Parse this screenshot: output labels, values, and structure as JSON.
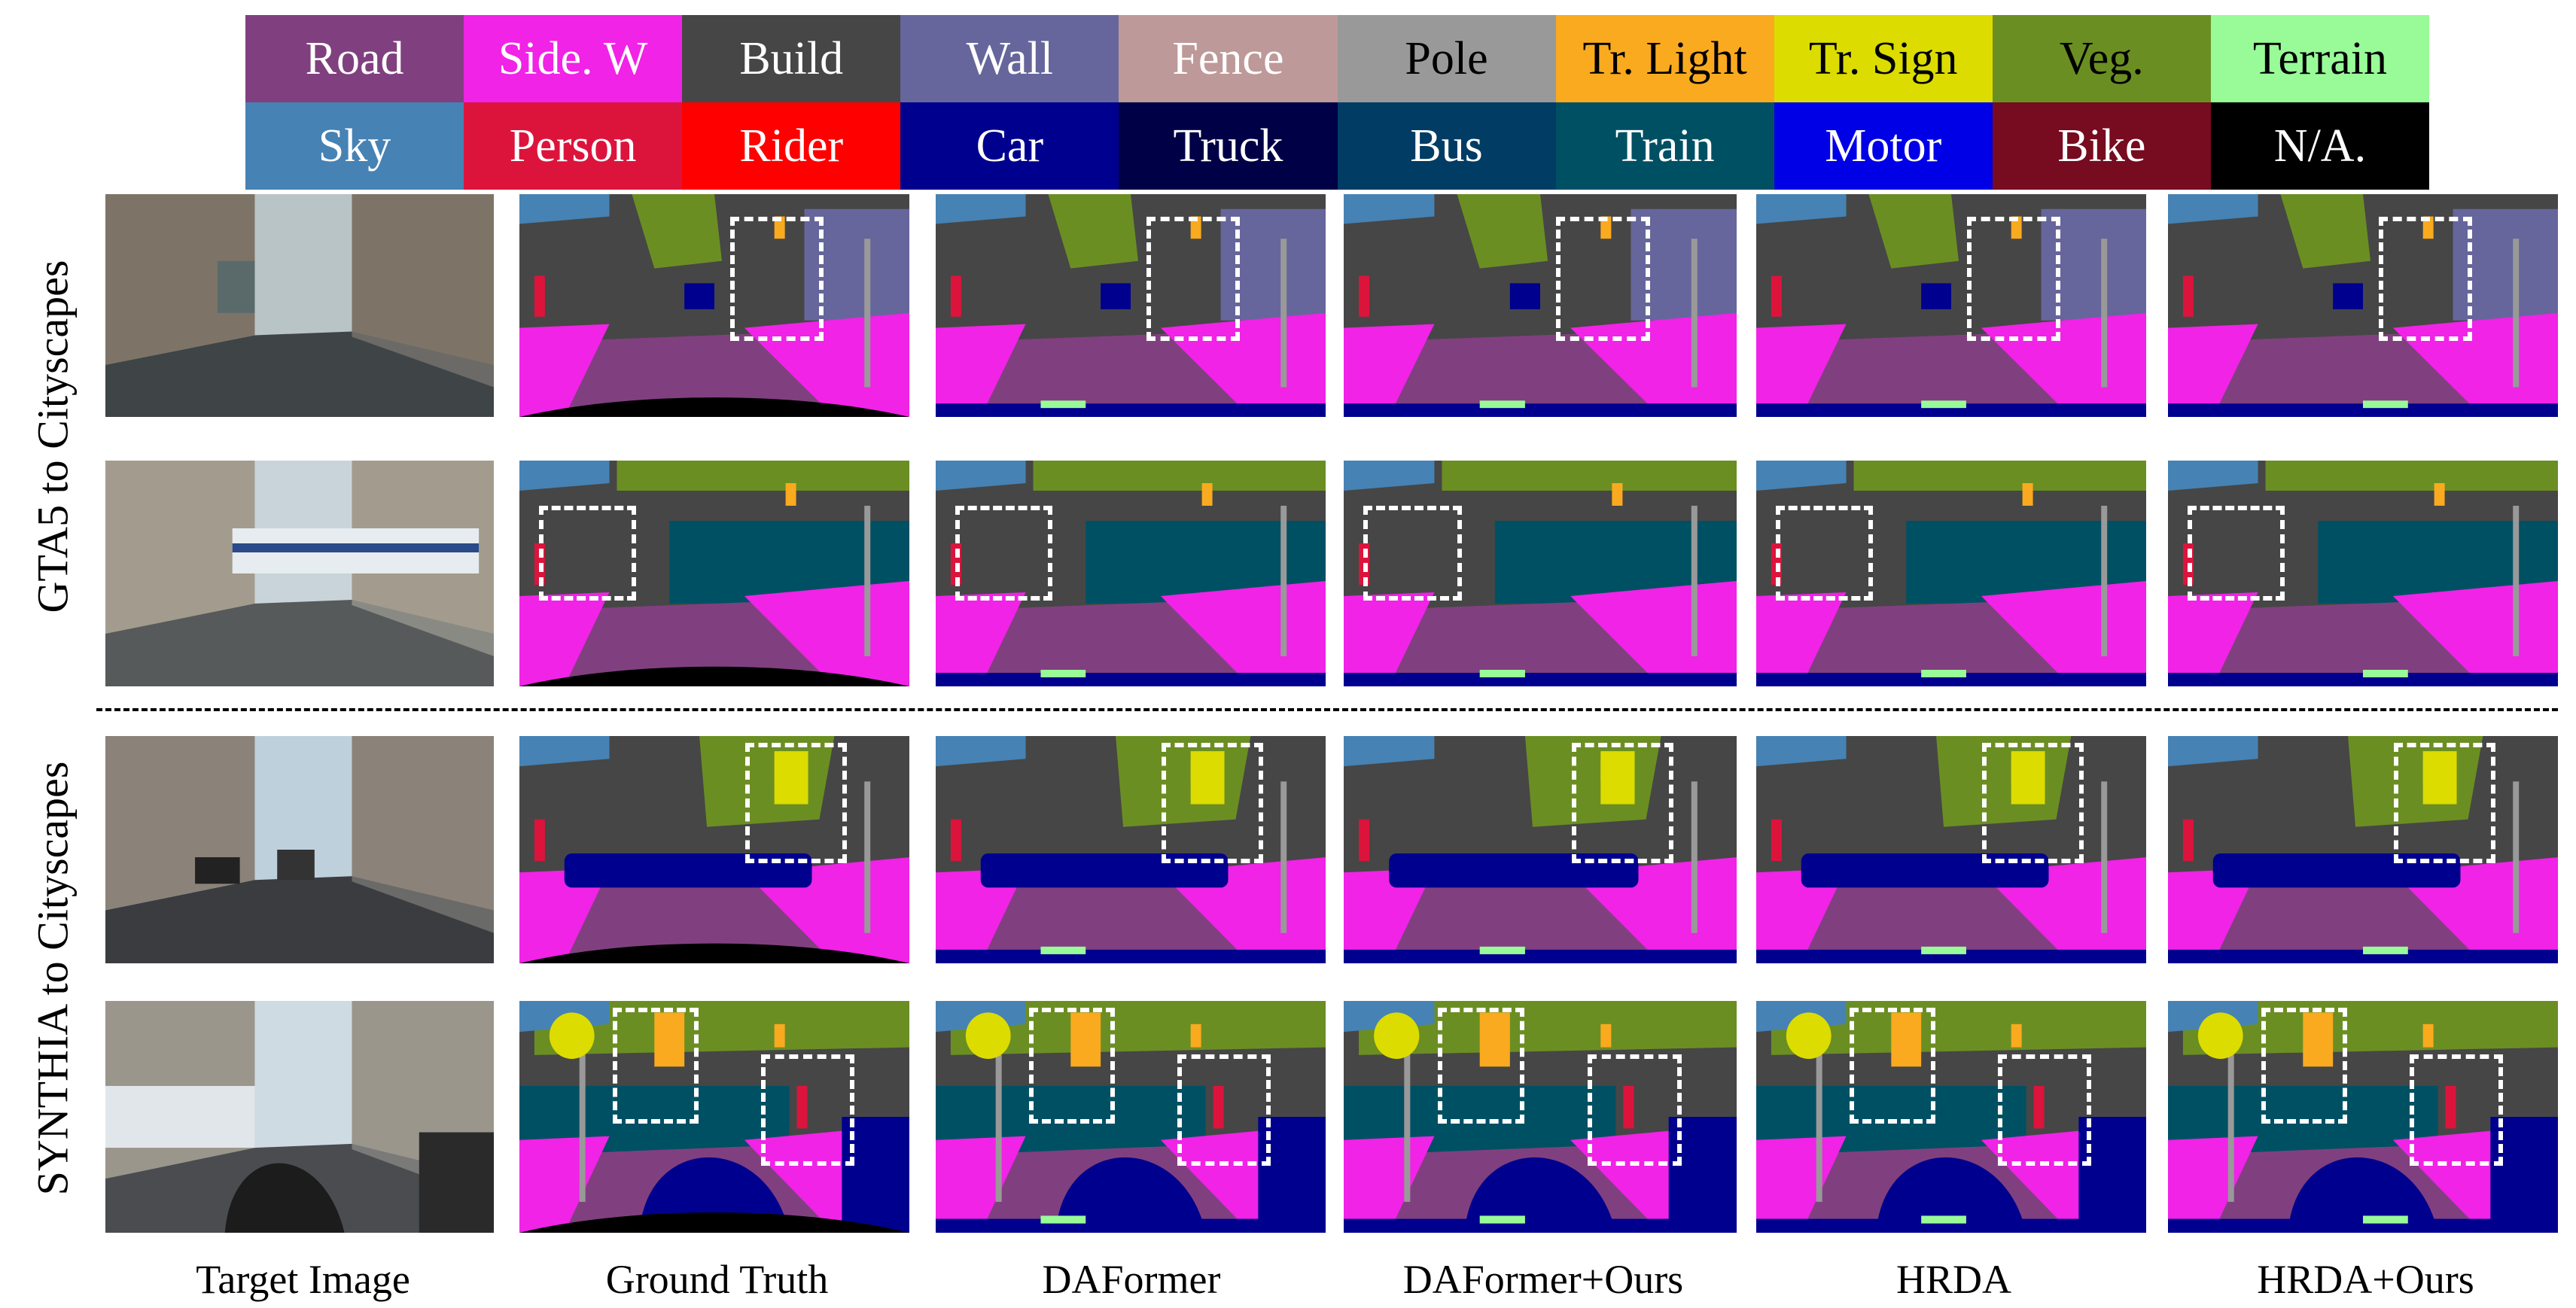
{
  "legend": [
    {
      "label": "Road",
      "color": "#80407f",
      "text": "#ffffff"
    },
    {
      "label": "Side. W",
      "color": "#f023e6",
      "text": "#ffffff"
    },
    {
      "label": "Build",
      "color": "#464646",
      "text": "#ffffff"
    },
    {
      "label": "Wall",
      "color": "#66669c",
      "text": "#ffffff"
    },
    {
      "label": "Fence",
      "color": "#be9999",
      "text": "#ffffff"
    },
    {
      "label": "Pole",
      "color": "#999999",
      "text": "#000000"
    },
    {
      "label": "Tr. Light",
      "color": "#faaa1e",
      "text": "#000000"
    },
    {
      "label": "Tr. Sign",
      "color": "#dcdc00",
      "text": "#000000"
    },
    {
      "label": "Veg.",
      "color": "#6b8e23",
      "text": "#000000"
    },
    {
      "label": "Terrain",
      "color": "#98fb98",
      "text": "#000000"
    },
    {
      "label": "Sky",
      "color": "#4682b4",
      "text": "#ffffff"
    },
    {
      "label": "Person",
      "color": "#dc143c",
      "text": "#ffffff"
    },
    {
      "label": "Rider",
      "color": "#ff0000",
      "text": "#ffffff"
    },
    {
      "label": "Car",
      "color": "#00008e",
      "text": "#ffffff"
    },
    {
      "label": "Truck",
      "color": "#000046",
      "text": "#ffffff"
    },
    {
      "label": "Bus",
      "color": "#003c64",
      "text": "#ffffff"
    },
    {
      "label": "Train",
      "color": "#005064",
      "text": "#ffffff"
    },
    {
      "label": "Motor",
      "color": "#0000e6",
      "text": "#ffffff"
    },
    {
      "label": "Bike",
      "color": "#770b20",
      "text": "#ffffff"
    },
    {
      "label": "N/A.",
      "color": "#000000",
      "text": "#ffffff"
    }
  ],
  "row_groups": [
    "GTA5 to Cityscapes",
    "SYNTHIA to Cityscapes"
  ],
  "columns": [
    "Target Image",
    "Ground Truth",
    "DAFormer",
    "DAFormer+Ours",
    "HRDA",
    "HRDA+Ours"
  ]
}
